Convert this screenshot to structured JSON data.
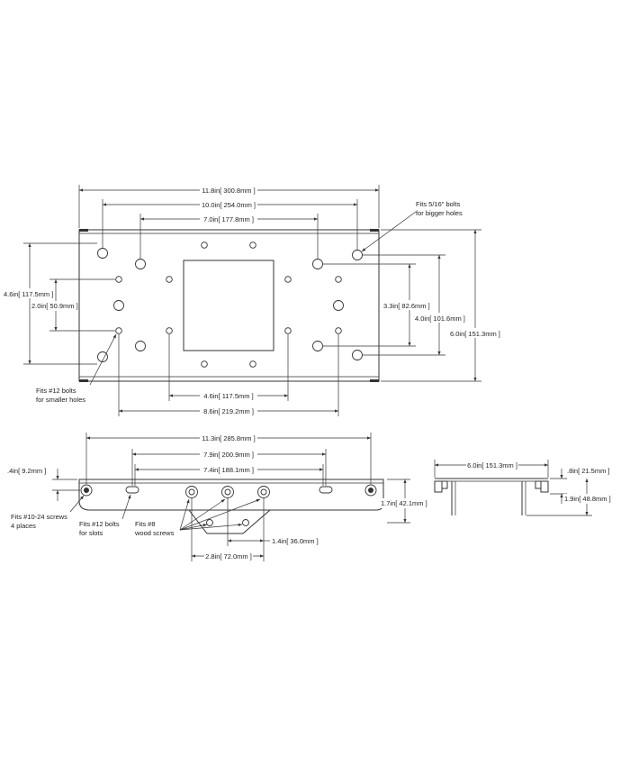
{
  "colors": {
    "line": "#333333",
    "text": "#222222",
    "background": "#ffffff"
  },
  "top_view": {
    "dims": {
      "overall_width": "11.8in[ 300.8mm ]",
      "bolt_span_10": "10.0in[ 254.0mm ]",
      "bolt_span_7": "7.0in[ 177.8mm ]",
      "left_height": "4.6in[ 117.5mm ]",
      "left_inner": "2.0in[ 50.9mm ]",
      "right_inner": "3.3in[ 82.6mm ]",
      "right_mid": "4.0in[ 101.6mm ]",
      "right_overall": "6.0in[ 151.3mm ]",
      "bottom_46": "4.6in[ 117.5mm ]",
      "bottom_86": "8.6in[ 219.2mm ]"
    },
    "notes": {
      "big_holes_line1": "Fits 5/16\" bolts",
      "big_holes_line2": "for bigger holes",
      "small_holes_line1": "Fits #12 bolts",
      "small_holes_line2": "for smaller holes"
    }
  },
  "front_view": {
    "dims": {
      "overall": "11.3in[ 285.8mm ]",
      "span_79": "7.9in[ 200.9mm ]",
      "span_74": "7.4in[ 188.1mm ]",
      "left_offset": ".4in[ 9.2mm ]",
      "height": "1.7in[ 42.1mm ]",
      "span_14": "1.4in[ 36.0mm ]",
      "span_28": "2.8in[ 72.0mm ]"
    },
    "notes": {
      "screws_line1": "Fits #10-24 screws",
      "screws_line2": "4 places",
      "slots_line1": "Fits #12 bolts",
      "slots_line2": "for slots",
      "wood_line1": "Fits #8",
      "wood_line2": "wood screws"
    }
  },
  "side_view": {
    "dims": {
      "width": "6.0in[ 151.3mm ]",
      "top_offset": ".8in[ 21.5mm ]",
      "height": "1.9in[ 48.8mm ]"
    }
  }
}
